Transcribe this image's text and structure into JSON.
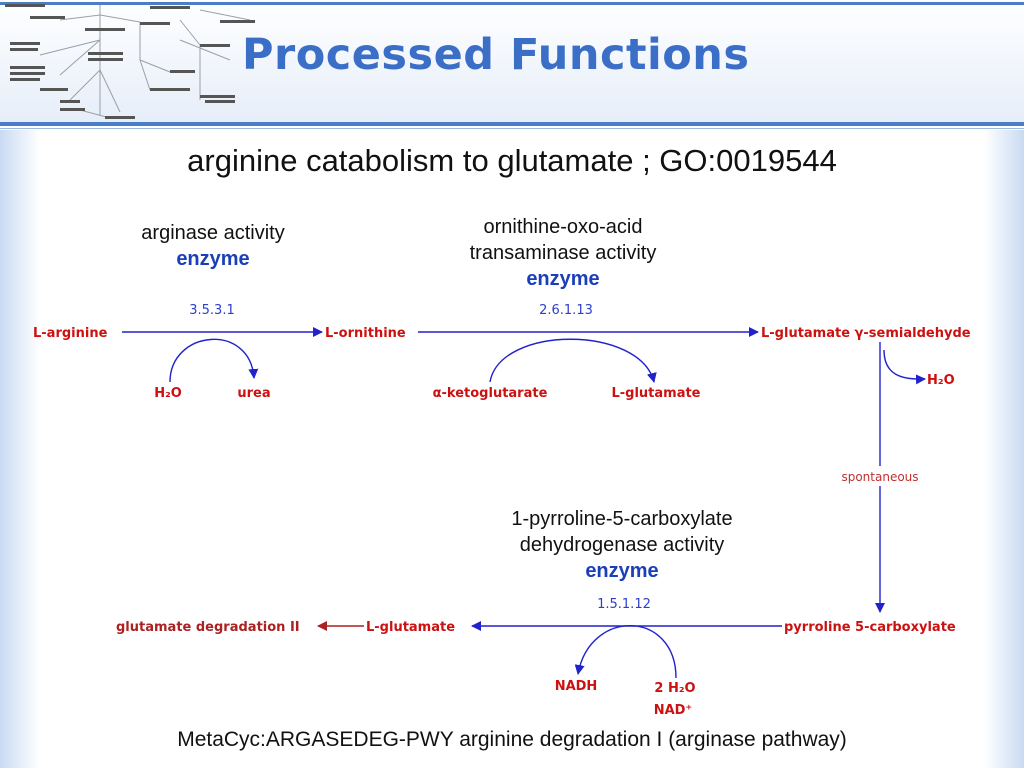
{
  "title": "Processed Functions",
  "subtitle": "arginine catabolism to glutamate ; GO:0019544",
  "footer": "MetaCyc:ARGASEDEG-PWY arginine degradation I (arginase pathway)",
  "reactions": [
    {
      "activity": "arginase activity",
      "enzyme_label": "enzyme",
      "ec": "3.5.3.1"
    },
    {
      "activity": "ornithine-oxo-acid transaminase activity",
      "activity_line1": "ornithine-oxo-acid",
      "activity_line2": "transaminase activity",
      "enzyme_label": "enzyme",
      "ec": "2.6.1.13"
    },
    {
      "activity": "1-pyrroline-5-carboxylate dehydrogenase activity",
      "activity_line1": "1-pyrroline-5-carboxylate",
      "activity_line2": "dehydrogenase activity",
      "enzyme_label": "enzyme",
      "ec": "1.5.1.12"
    }
  ],
  "compounds": {
    "l_arginine": "L-arginine",
    "l_ornithine": "L-ornithine",
    "l_glutamate_semialdehyde": "L-glutamate γ-semialdehyde",
    "h2o": "H₂O",
    "urea": "urea",
    "a_ketoglutarate": "α-ketoglutarate",
    "l_glutamate": "L-glutamate",
    "pyrroline_carboxylate": "pyrroline 5-carboxylate",
    "glutamate_degradation": "glutamate degradation II",
    "nadh": "NADH",
    "two_h2o": "2 H₂O",
    "nad": "NAD⁺"
  },
  "spontaneous": "spontaneous",
  "colors": {
    "title": "#3b6ec6",
    "compound": "#cc1111",
    "arrow": "#2222cc",
    "enzyme": "#1a3fb8"
  }
}
